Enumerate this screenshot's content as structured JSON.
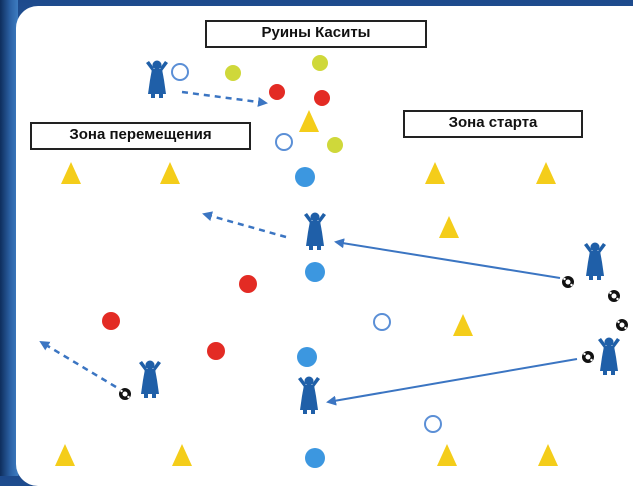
{
  "labels": {
    "ruins": "Руины Каситы",
    "move_zone": "Зона перемещения",
    "start_zone": "Зона старта"
  },
  "colors": {
    "cone": "#f4cd1a",
    "red_disc": "#e32b24",
    "blue_disc": "#3c97e0",
    "green_disc": "#cfd83a",
    "hoop": "#5b8fd6",
    "player": "#1f5fa8",
    "arrow": "#3b75c2",
    "ball": "#111111"
  },
  "icons": {
    "player": "player-figure-icon",
    "ball": "soccer-ball-icon",
    "cone": "cone-marker-icon",
    "hoop": "hoop-marker-icon"
  }
}
